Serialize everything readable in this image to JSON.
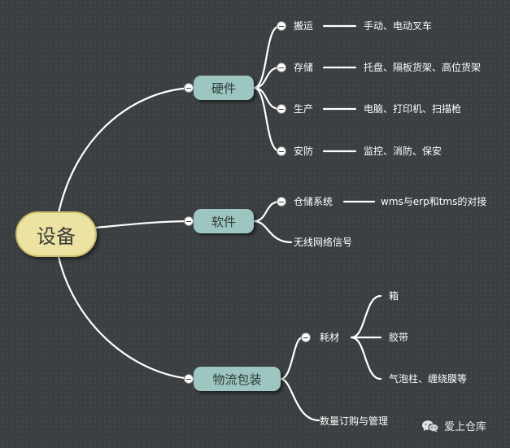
{
  "mindmap": {
    "root": {
      "label": "设备"
    },
    "hardware": {
      "label": "硬件",
      "children": [
        {
          "label": "搬运",
          "detail": "手动、电动叉车"
        },
        {
          "label": "存储",
          "detail": "托盘、隔板货架、高位货架"
        },
        {
          "label": "生产",
          "detail": "电脑、打印机、扫描枪"
        },
        {
          "label": "安防",
          "detail": "监控、消防、保安"
        }
      ]
    },
    "software": {
      "label": "软件",
      "children": [
        {
          "label": "仓储系统",
          "detail": "wms与erp和tms的对接"
        },
        {
          "label": "无线网络信号"
        }
      ]
    },
    "packaging": {
      "label": "物流包装",
      "children": [
        {
          "label": "耗材",
          "items": [
            "箱",
            "胶带",
            "气泡柱、缠绕膜等"
          ]
        },
        {
          "label": "数量订购与管理"
        }
      ]
    }
  },
  "watermark": {
    "text": "爱上仓库",
    "icon": "wechat-icon"
  },
  "colors": {
    "background": "#3b3f41",
    "root_fill": "#ece3a2",
    "branch_fill": "#9ec6c0",
    "line": "#ffffff"
  }
}
